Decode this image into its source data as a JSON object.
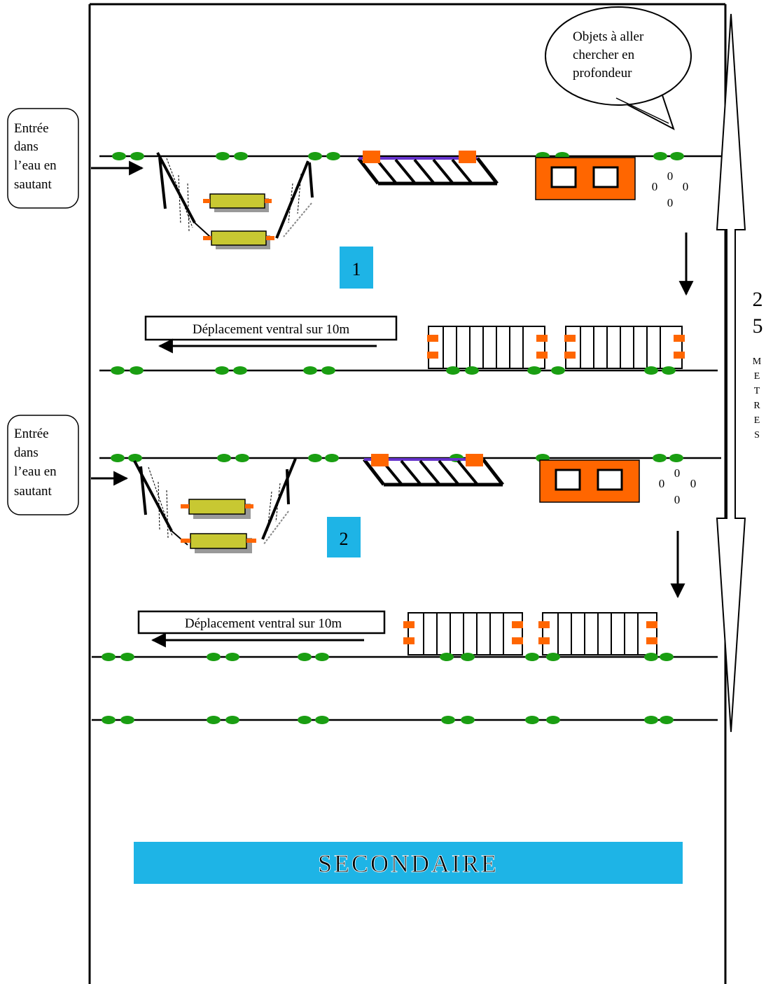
{
  "bubble": {
    "lines": [
      "Objets à aller",
      "chercher  en",
      "profondeur"
    ]
  },
  "lanes": [
    {
      "number": "1",
      "entry_lines": [
        "Entrée",
        "dans",
        "l’eau en",
        "sautant"
      ],
      "objects": [
        "0",
        "0",
        "0",
        "0"
      ],
      "movement_label": "Déplacement ventral sur 10m"
    },
    {
      "number": "2",
      "entry_lines": [
        "Entrée",
        "dans",
        "l’eau en",
        "sautant"
      ],
      "objects": [
        "0",
        "0",
        "0",
        "0"
      ],
      "movement_label": "Déplacement ventral sur 10m"
    }
  ],
  "distance": {
    "value_digits": [
      "2",
      "5"
    ],
    "unit_letters": [
      "M",
      "E",
      "T",
      "R",
      "E",
      "S"
    ]
  },
  "banner": {
    "label": "SECONDAIRE"
  },
  "colors": {
    "float_green": "#1a9e12",
    "orange": "#ff6600",
    "purple": "#6633cc",
    "olive_float": "#c8c832",
    "cyan_label": "#1eb4e6"
  }
}
